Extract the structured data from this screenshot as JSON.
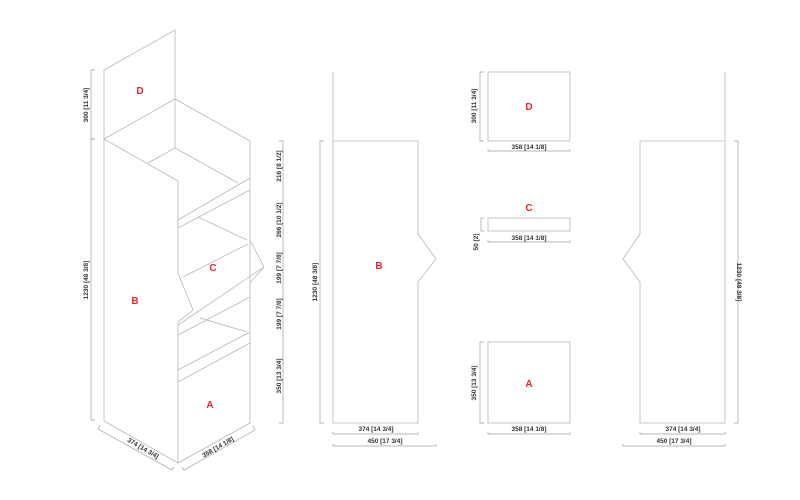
{
  "colors": {
    "label": "#e8262a",
    "line": "#b8b8b8",
    "dimension_text": "#333333"
  },
  "iso_view": {
    "labels": {
      "a": "A",
      "b": "B",
      "c": "C",
      "d": "D"
    },
    "dims": {
      "header_height": "300 [11 3/4]",
      "body_height": "1230 [48 3/8]",
      "shelf1": "216 [8 1/2]",
      "shelf2": "266 [10 1/2]",
      "shelf3": "199 [7 7/8]",
      "shelf4": "199 [7 7/8]",
      "base": "350 [13 3/4]",
      "depth": "374 [14 3/4]",
      "width": "358 [14 1/8]"
    }
  },
  "side_left": {
    "label": "B",
    "height": "1230 [48 3/8]",
    "width": "374 [14 3/4]",
    "overall": "450 [17 3/4]"
  },
  "parts": {
    "d": {
      "label": "D",
      "height": "300 [11 3/4]",
      "width": "358 [14 1/8]"
    },
    "c": {
      "label": "C",
      "height": "50 [2]",
      "width": "358 [14 1/8]"
    },
    "a": {
      "label": "A",
      "height": "350 [13 3/4]",
      "width": "358 [14 1/8]"
    }
  },
  "side_right": {
    "height": "1230 [48 3/8]",
    "width": "374 [14 3/4]",
    "overall": "450 [17 3/4]"
  }
}
